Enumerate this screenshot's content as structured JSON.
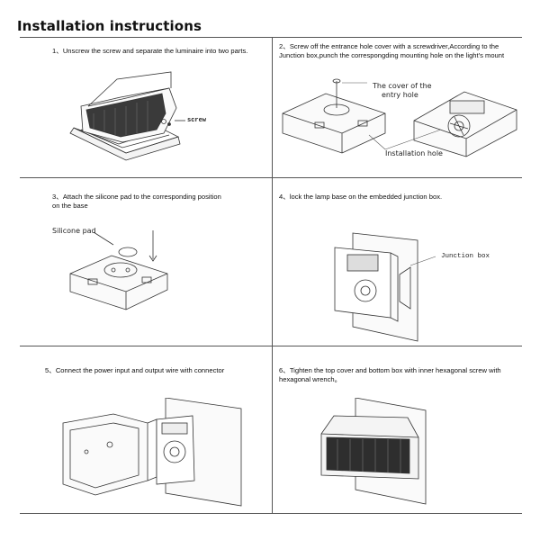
{
  "title": "Installation instructions",
  "steps": [
    {
      "text": "1、Unscrew the screw and separate the luminaire into two parts."
    },
    {
      "text": "2、Screw off the entrance hole cover with a screwdriver,According to the Junction box,punch the correspongding mounting hole on the light's mount"
    },
    {
      "text": "3、Attach the silicone pad to the corresponding position on the base"
    },
    {
      "text": "4、lock the lamp base on the embedded junction box."
    },
    {
      "text": "5、Connect the power input and output wire with connector"
    },
    {
      "text": "6、Tighten the top cover and bottom box with inner hexagonal screw with hexagonal wrench。"
    }
  ],
  "labels": {
    "screw": "screw",
    "entry_cover_line1": "The cover of the",
    "entry_cover_line2": "entry hole",
    "installation_hole": "Installation hole",
    "silicone_pad": "Silicone pad",
    "junction_box": "Junction box"
  }
}
